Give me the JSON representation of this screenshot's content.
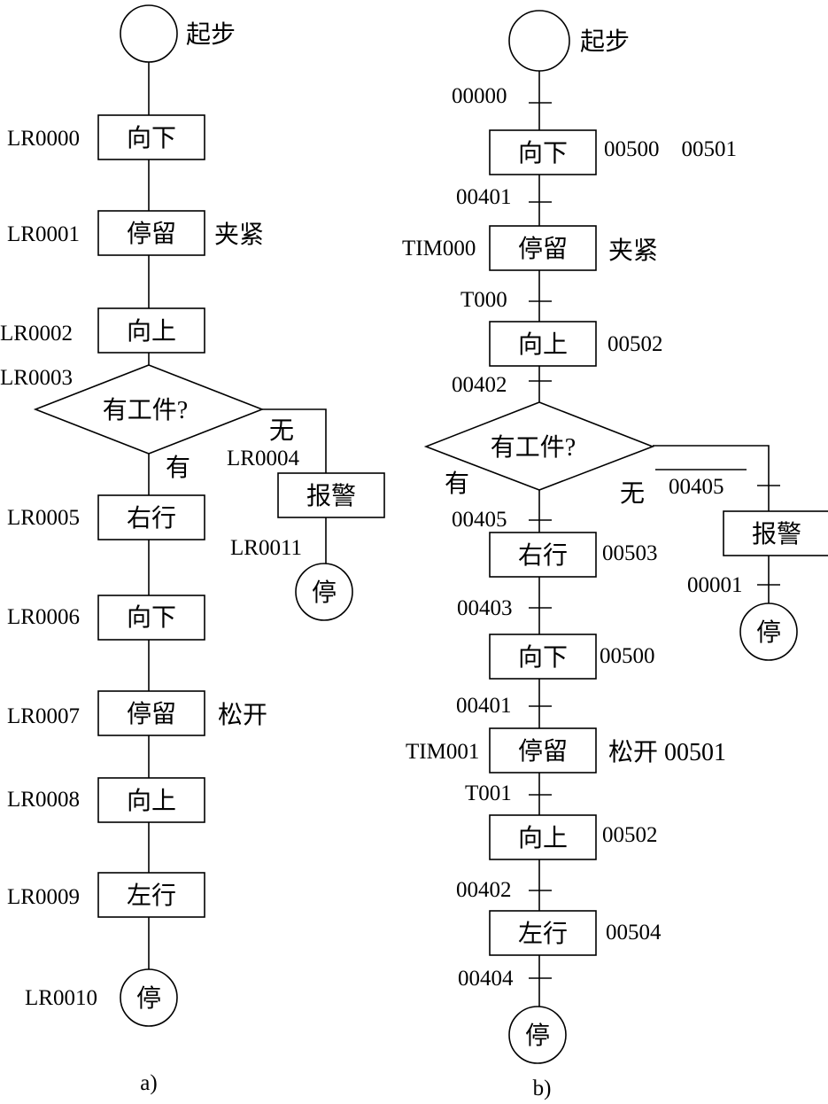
{
  "diagram_a": {
    "start": "起步",
    "steps": [
      {
        "label": "向下",
        "addr": "LR0000",
        "note": ""
      },
      {
        "label": "停留",
        "addr": "LR0001",
        "note": "夹紧"
      },
      {
        "label": "向上",
        "addr": "LR0002",
        "note": ""
      },
      {
        "label": "右行",
        "addr": "LR0005",
        "note": ""
      },
      {
        "label": "向下",
        "addr": "LR0006",
        "note": ""
      },
      {
        "label": "停留",
        "addr": "LR0007",
        "note": "松开"
      },
      {
        "label": "向上",
        "addr": "LR0008",
        "note": ""
      },
      {
        "label": "左行",
        "addr": "LR0009",
        "note": ""
      }
    ],
    "decision": {
      "label": "有工件?",
      "addr": "LR0003",
      "yes": "有",
      "no": "无"
    },
    "alarm": {
      "label": "报警",
      "addr": "LR0004",
      "stop_addr": "LR0011"
    },
    "stop": "停",
    "stop_addr": "LR0010",
    "caption": "a)"
  },
  "diagram_b": {
    "start": "起步",
    "steps": [
      {
        "label": "向下",
        "in": "00000",
        "out": "00500　00501"
      },
      {
        "label": "停留",
        "in": "00401",
        "timer": "TIM000",
        "out": "夹紧"
      },
      {
        "label": "向上",
        "in": "T000",
        "out": "00502"
      },
      {
        "label": "右行",
        "in": "00405",
        "out": "00503"
      },
      {
        "label": "向下",
        "in": "00403",
        "out": "00500"
      },
      {
        "label": "停留",
        "in": "00401",
        "timer": "TIM001",
        "out": "松开 00501"
      },
      {
        "label": "向上",
        "in": "T001",
        "out": "00502"
      },
      {
        "label": "左行",
        "in": "00402",
        "out": "00504"
      }
    ],
    "decision": {
      "label": "有工件?",
      "in": "00402",
      "yes": "有",
      "no": "无"
    },
    "alarm": {
      "label": "报警",
      "in": "00405",
      "stop_in": "00001"
    },
    "stop": "停",
    "stop_in": "00404",
    "caption": "b)"
  }
}
